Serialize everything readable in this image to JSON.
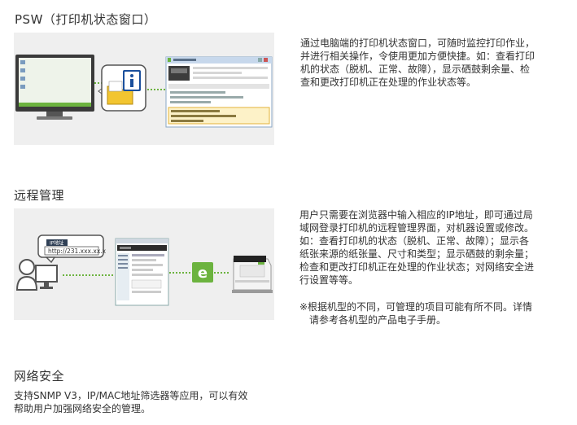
{
  "sections": [
    {
      "title": "PSW（打印机状态窗口）",
      "lines": [
        "通过电脑端的打印机状态窗口，可随时监控打印作业，",
        "并进行相关操作，令使用更加方便快捷。如：查看打印",
        "机的状态（脱机、正常、故障），显示硒鼓剩余量、检",
        "查和更改打印机正在处理的作业状态等。"
      ]
    },
    {
      "title": "远程管理",
      "lines": [
        "用户只需要在浏览器中输入相应的IP地址，即可通过局",
        "域网登录打印机的远程管理界面，对机器设置或修改。",
        "如：查看打印机的状态（脱机、正常、故障）；显示各",
        "纸张来源的纸张量、尺寸和类型；显示硒鼓的剩余量；",
        "检查和更改打印机正在处理的作业状态；对网络安全进",
        "行设置等等。"
      ],
      "note_lines": [
        "※根据机型的不同，可管理的项目可能有所不同。详情",
        "请参考各机型的产品电子手册。"
      ],
      "illustration": {
        "ip_label": "IP地址",
        "ip_value": "http://231.xxx.xx.x",
        "e_badge": "e"
      }
    },
    {
      "title": "网络安全",
      "lines": [
        "支持SNMP V3，IP/MAC地址筛选器等应用，可以有效",
        "帮助用户加强网络安全的管理。"
      ]
    }
  ],
  "colors": {
    "panel_bg": "#efefef",
    "accent_green": "#6cb33f",
    "icon_yellow": "#f2c530",
    "icon_blue": "#1a4f9c",
    "text": "#333333"
  },
  "icons": [
    "monitor",
    "folder-info-icon",
    "status-window",
    "user-icon",
    "browser-window",
    "e-badge-icon",
    "printer-icon"
  ]
}
